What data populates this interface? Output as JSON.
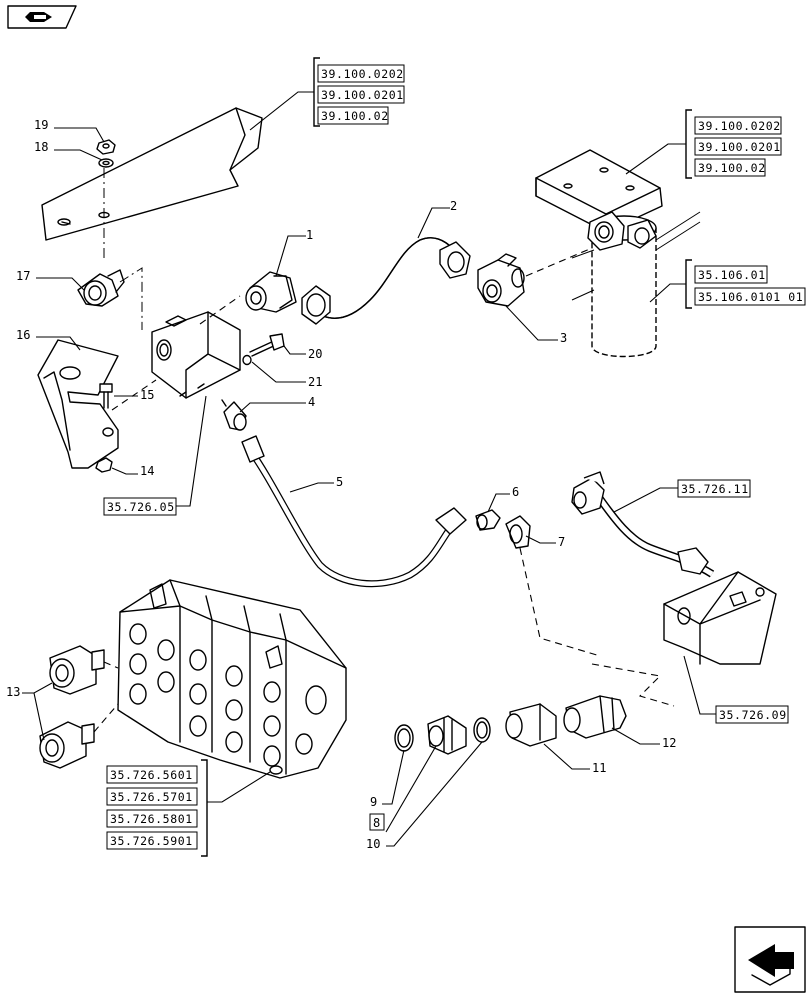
{
  "callouts": {
    "c1": "1",
    "c2": "2",
    "c3": "3",
    "c4": "4",
    "c5": "5",
    "c6": "6",
    "c7": "7",
    "c9": "9",
    "c10": "10",
    "c11": "11",
    "c12": "12",
    "c13": "13",
    "c14": "14",
    "c15": "15",
    "c16": "16",
    "c17": "17",
    "c18": "18",
    "c19": "19",
    "c20": "20",
    "c21": "21"
  },
  "reference_groups": {
    "bracket_top": [
      "39.100.0202",
      "39.100.0201",
      "39.100.02"
    ],
    "filter_top": [
      "39.100.0202",
      "39.100.0201",
      "39.100.02"
    ],
    "filter": [
      "35.106.01",
      "35.106.0101 01"
    ],
    "block": [
      "35.726.05"
    ],
    "hose_right": [
      "35.726.11"
    ],
    "manifold": [
      "35.726.09"
    ],
    "valve_bank": [
      "35.726.5601",
      "35.726.5701",
      "35.726.5801",
      "35.726.5901"
    ]
  },
  "boxed_part": "8",
  "icons": {
    "top_left": "book-navigation-icon",
    "bottom_right": "next-page-arrow-icon"
  }
}
